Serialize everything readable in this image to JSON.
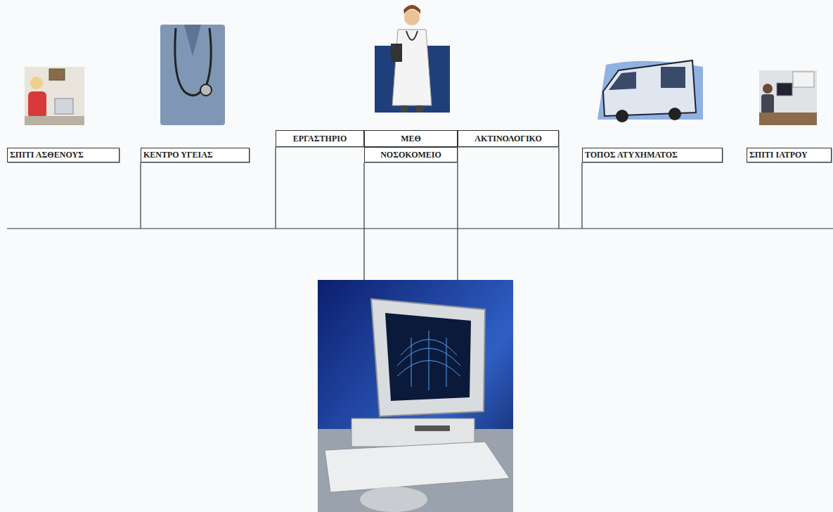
{
  "diagram": {
    "nodes": [
      {
        "text": [
          "ΣΠΙΤΙ ΑΣΘΕΝΟΥΣ"
        ]
      },
      {
        "text": [
          "ΚΕΝΤΡΟ ΥΓΕΙΑΣ"
        ]
      },
      {
        "text": [
          "ΕΡΓΑΣΤΗΡΙΟ"
        ]
      },
      {
        "text": [
          "ΜΕΘ"
        ]
      },
      {
        "text": [
          "ΝΟΣΟΚΟΜΕΙΟ"
        ]
      },
      {
        "text": [
          "ΑΚΤΙΝΟΛΟΓΙΚΟ"
        ]
      },
      {
        "text": [
          "ΤΟΠΟΣ ΑΤΥΧΗΜΑΤΟΣ"
        ]
      },
      {
        "text": [
          "ΣΠΙΤΙ ΙΑΤΡΟΥ"
        ]
      }
    ]
  }
}
